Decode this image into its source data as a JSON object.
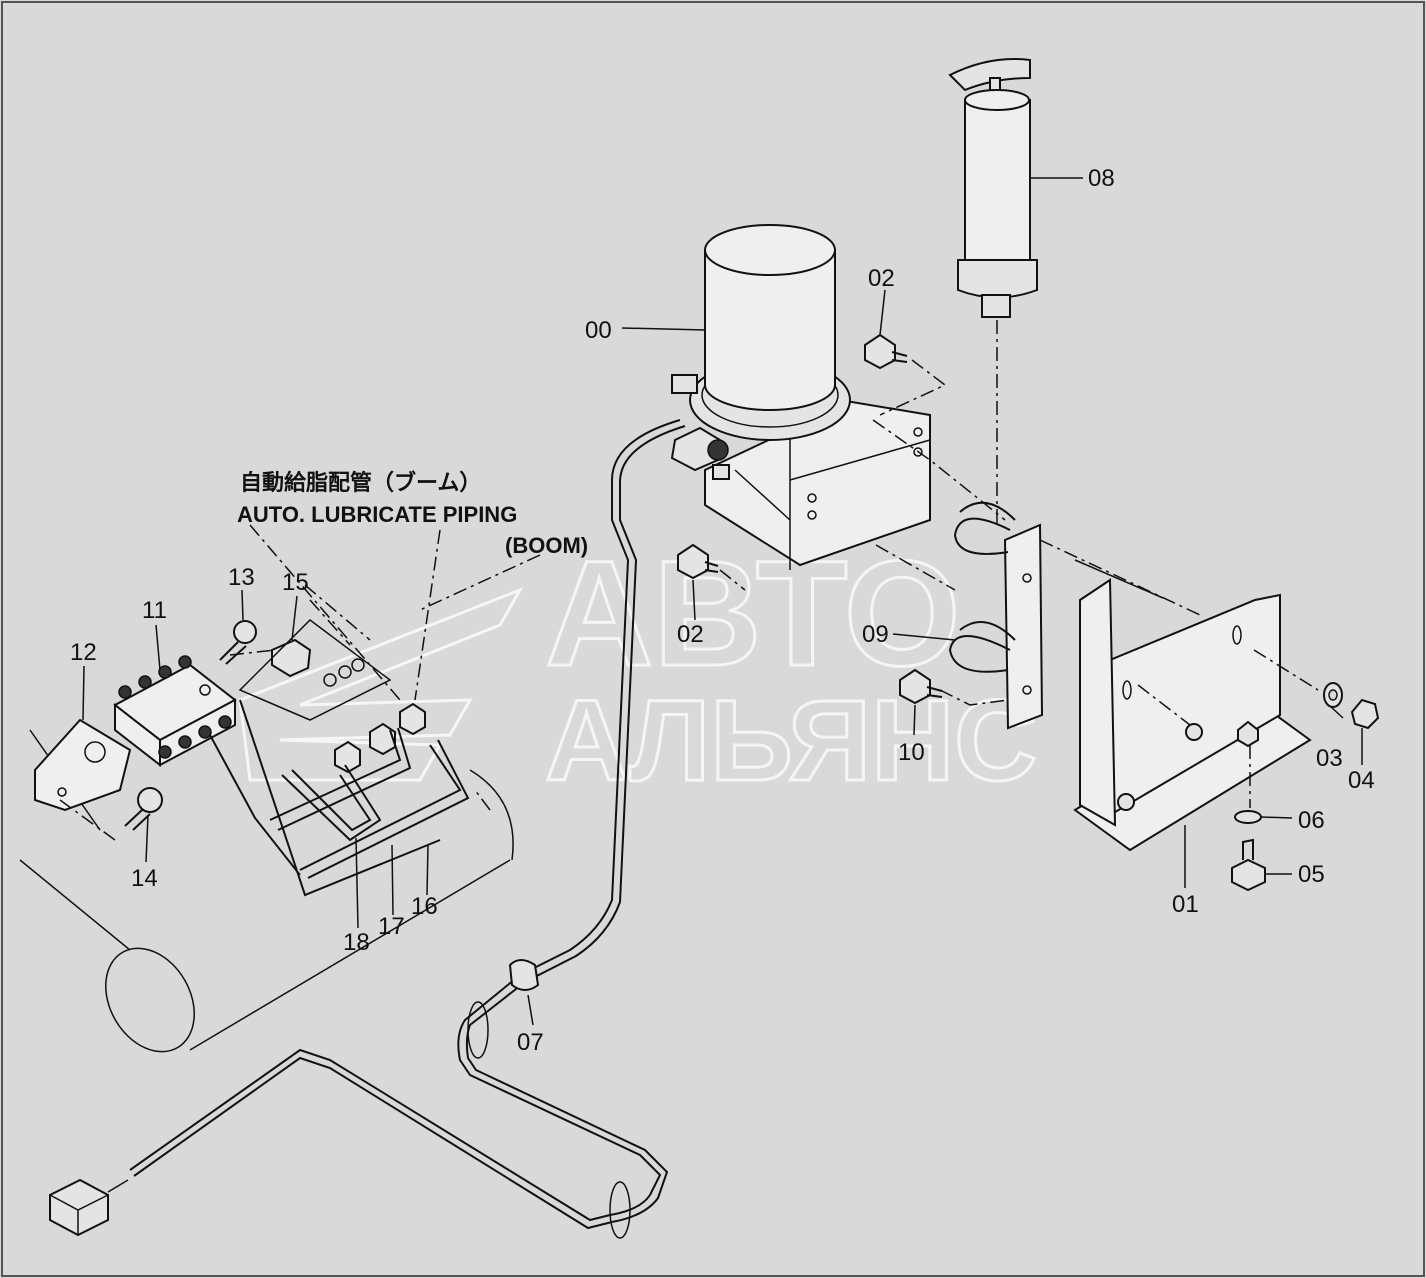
{
  "caption": {
    "jp": "自動給脂配管（ブーム）",
    "en_line1": "AUTO. LUBRICATE PIPING",
    "en_line2": "(BOOM)"
  },
  "watermark": {
    "line1": "АВТО",
    "line2": "АЛЬЯНС"
  },
  "labels": {
    "p00": "00",
    "p01": "01",
    "p02a": "02",
    "p02b": "02",
    "p03": "03",
    "p04": "04",
    "p05": "05",
    "p06": "06",
    "p07": "07",
    "p08": "08",
    "p09": "09",
    "p10": "10",
    "p11": "11",
    "p12": "12",
    "p13": "13",
    "p14": "14",
    "p15": "15",
    "p16": "16",
    "p17": "17",
    "p18": "18"
  },
  "colors": {
    "background": "#d9d9d9",
    "ink": "#111111",
    "watermark": "#ffffff"
  }
}
